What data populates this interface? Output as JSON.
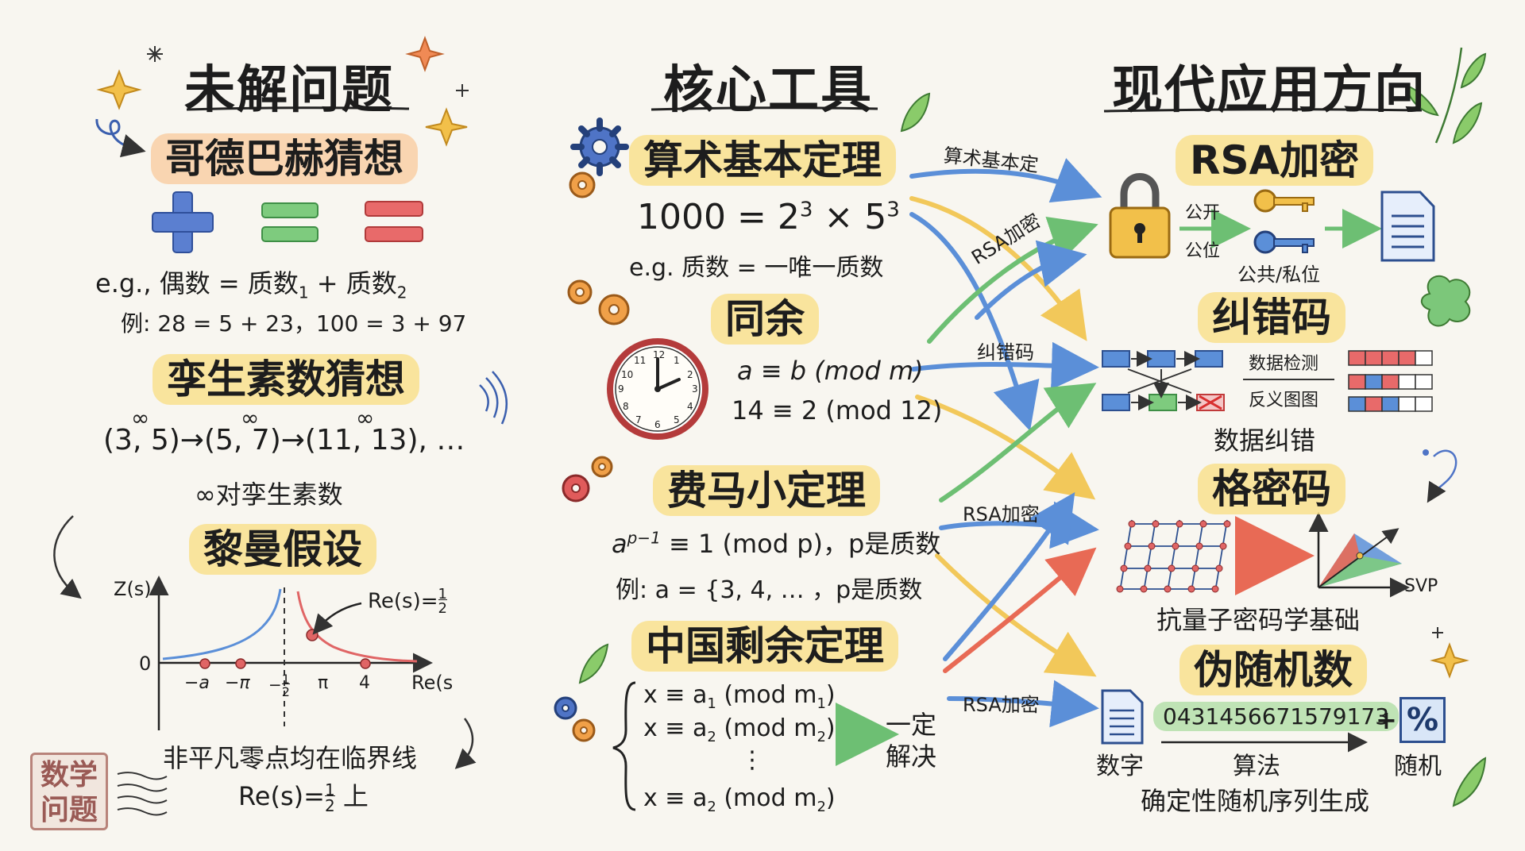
{
  "columns": {
    "left_title": "未解问题",
    "middle_title": "核心工具",
    "right_title": "现代应用方向"
  },
  "unsolved": {
    "goldbach": {
      "title": "哥德巴赫猜想",
      "formula_prefix": "e.g., 偶数 = 质数",
      "sub1": "1",
      "plus": " + 质数",
      "sub2": "2",
      "example": "例: 28 = 5 + 23，100 = 3 + 97"
    },
    "twin": {
      "title": "孪生素数猜想",
      "sequence": "(3, 5)→(5, 7)→(11, 13), …",
      "infinity": "∞",
      "caption": "∞对孪生素数"
    },
    "riemann": {
      "title": "黎曼假设",
      "y_label": "Z(s)",
      "x_label": "Re(s",
      "zero_label": "0",
      "tick_neg_a": "−a",
      "tick_neg_pi": "−π",
      "tick_half_num": "1",
      "tick_half_den": "2",
      "tick_half_sign": "−",
      "tick_pi": "π",
      "tick_4": "4",
      "annotation_prefix": "Re(s)=",
      "annotation_num": "1",
      "annotation_den": "2",
      "caption_line1": "非平凡零点均在临界线",
      "caption_line2_prefix": "Re(s)=",
      "caption_num": "1",
      "caption_den": "2",
      "caption_suffix": "上"
    },
    "seal": {
      "line1": "数学",
      "line2": "问题"
    }
  },
  "tools": {
    "fta": {
      "title": "算术基本定理",
      "formula_base": "1000 = 2",
      "exp1": "3",
      "times": " × 5",
      "exp2": "3",
      "example": "e.g. 质数 = 一唯一质数"
    },
    "congruence": {
      "title": "同余",
      "formula": "a ≡ b (mod m)",
      "example": "14 ≡ 2 (mod 12)",
      "clock_numbers": [
        "12",
        "1",
        "2",
        "3",
        "4",
        "5",
        "6",
        "7",
        "8",
        "9",
        "10",
        "11"
      ]
    },
    "fermat": {
      "title": "费马小定理",
      "formula_a": "a",
      "formula_exp": "p−1",
      "formula_rest": " ≡ 1 (mod p)，p是质数",
      "example": "例: a = {3, 4, … ，p是质数"
    },
    "crt": {
      "title": "中国剩余定理",
      "eq1_pre": "x ≡ a",
      "eq1_sub": "1",
      "eq1_mid": " (mod m",
      "eq1_sub2": "1",
      "eq2_pre": "x ≡ a",
      "eq2_sub": "2",
      "eq2_mid": " (mod m",
      "eq2_sub2": "2",
      "dots": "⋮",
      "eq3_pre": "x ≡ a",
      "eq3_sub": "2",
      "eq3_mid": " (mod m",
      "eq3_sub2": "2",
      "close": ")",
      "result_line1": "一定",
      "result_line2": "解决"
    }
  },
  "arrows": {
    "label_fta": "算术基本定",
    "label_rsa1": "RSA加密",
    "label_ecc": "纠错码",
    "label_rsa2": "RSA加密",
    "label_rsa3": "RSA加密"
  },
  "apps": {
    "rsa": {
      "title": "RSA加密",
      "public": "公开",
      "position": "公位",
      "keys": "公共/私位"
    },
    "ecc": {
      "title": "纠错码",
      "detect": "数据检测",
      "reverse": "反义图图",
      "caption": "数据纠错"
    },
    "lattice": {
      "title": "格密码",
      "svp": "SVP",
      "caption": "抗量子密码学基础"
    },
    "prng": {
      "title": "伪随机数",
      "number": "0431456671579173",
      "plus": "+",
      "percent": "%",
      "digits": "数字",
      "algorithm": "算法",
      "random": "随机",
      "caption": "确定性随机序列生成"
    }
  },
  "colors": {
    "blue": "#4f74c6",
    "green": "#6dbf73",
    "red": "#e05b5b",
    "orange": "#f0a048",
    "yellow": "#f2c85a",
    "ink": "#1d1d1d"
  }
}
